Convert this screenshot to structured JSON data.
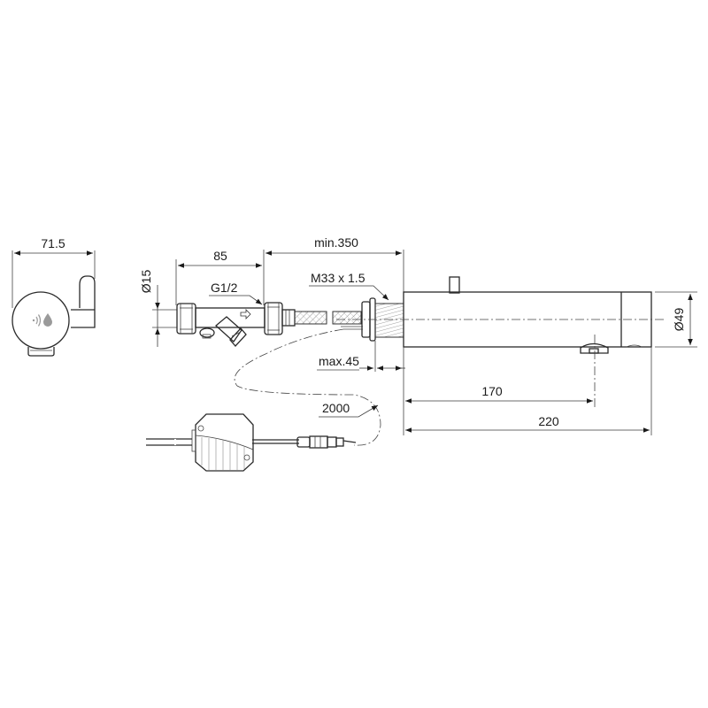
{
  "drawing": {
    "type": "technical-dimension-drawing",
    "subject": "sensor basin tap with inline strainer and control box",
    "colors": {
      "line": "#2a2a2a",
      "text": "#1a1a1a",
      "background": "#ffffff",
      "icon_gray": "#9a9a9a"
    }
  },
  "side_view": {
    "width_label": "71.5",
    "icons": [
      "sensor-wave-icon",
      "water-drop-icon"
    ]
  },
  "dimensions": {
    "strainer_length": "85",
    "supply_pipe_diameter": "Ø15",
    "thread_connection": "G1/2",
    "min_supply_length": "min.350",
    "mounting_thread": "M33 x 1.5",
    "max_deck_thickness": "max.45",
    "cable_length": "2000",
    "spout_diameter": "Ø49",
    "sensor_position": "170",
    "spout_length": "220"
  }
}
